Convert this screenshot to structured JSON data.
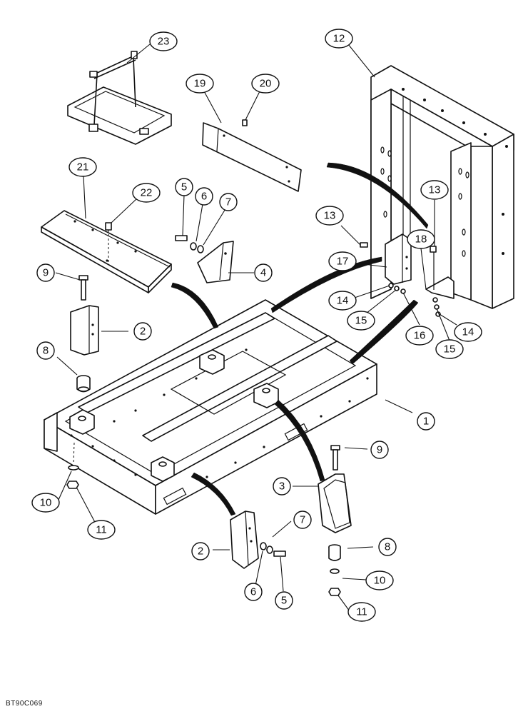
{
  "drawing_code": "BT90C069",
  "callouts": [
    "23",
    "12",
    "19",
    "20",
    "21",
    "22",
    "5",
    "6",
    "7",
    "4",
    "13",
    "13",
    "18",
    "17",
    "9",
    "2",
    "14",
    "15",
    "16",
    "14",
    "15",
    "8",
    "1",
    "9",
    "3",
    "10",
    "11",
    "7",
    "8",
    "2",
    "6",
    "5",
    "10",
    "11"
  ]
}
